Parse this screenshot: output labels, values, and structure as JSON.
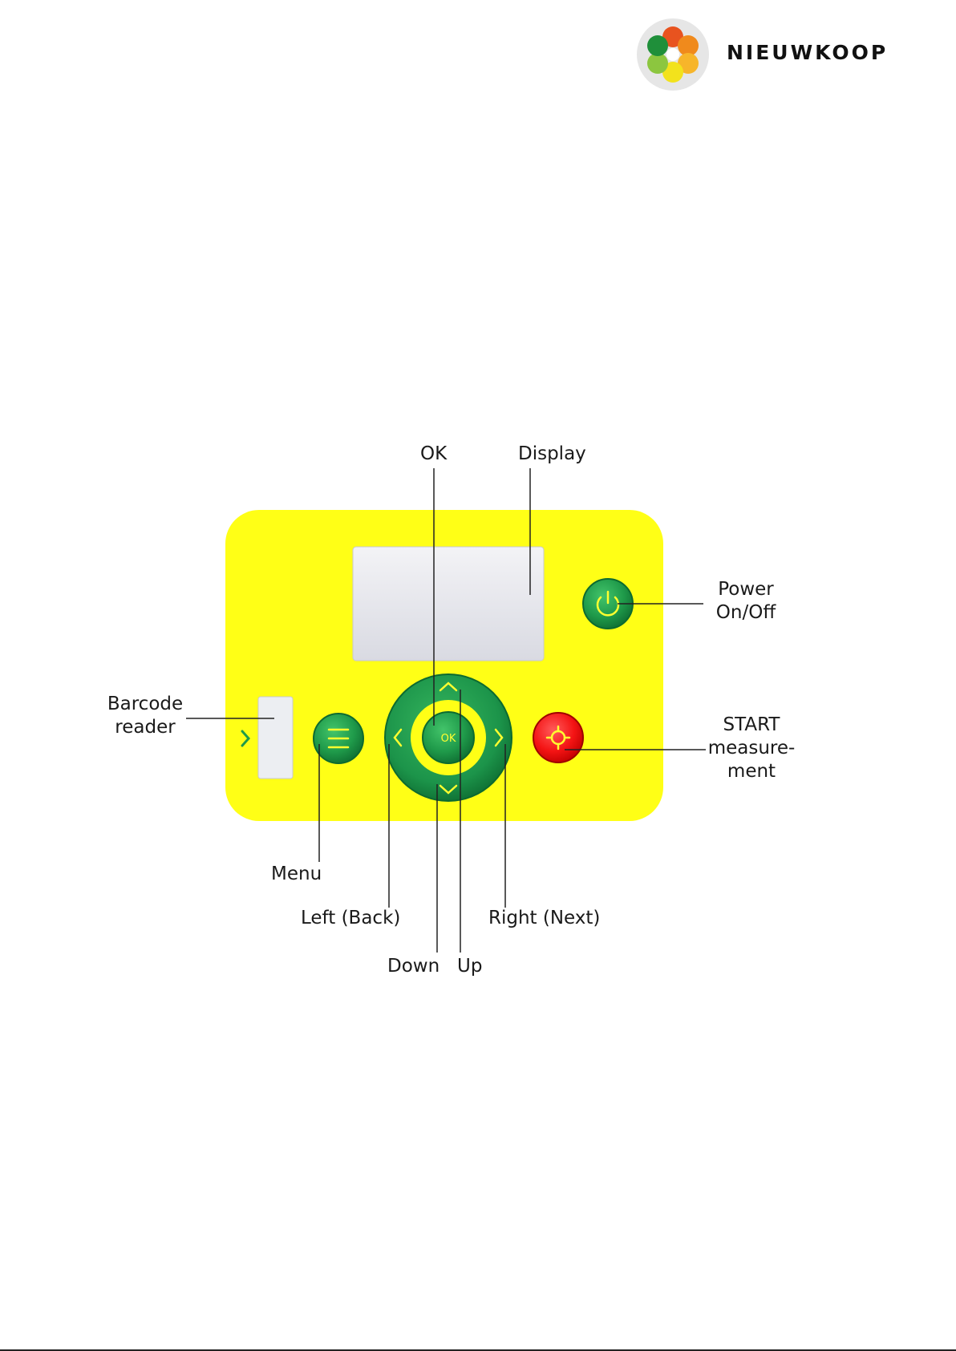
{
  "brand": {
    "name": "NIEUWKOOP",
    "logo_icon": "flower-logo-icon"
  },
  "device": {
    "panel_color": "#ffff16",
    "button_green": "#1f9a4a",
    "button_red": "#ff1a1a",
    "ok_glyph": "OK",
    "icons": [
      "power-icon",
      "menu-icon",
      "crosshair-icon",
      "chevron-up-icon",
      "chevron-down-icon",
      "chevron-left-icon",
      "chevron-right-icon",
      "barcode-arrow-icon"
    ]
  },
  "labels": {
    "ok": "OK",
    "display": "Display",
    "power_line1": "Power",
    "power_line2": "On/Off",
    "barcode_line1": "Barcode",
    "barcode_line2": "reader",
    "start_line1": "START",
    "start_line2": "measure-",
    "start_line3": "ment",
    "menu": "Menu",
    "left": "Left (Back)",
    "right": "Right (Next)",
    "down": "Down",
    "up": "Up"
  }
}
